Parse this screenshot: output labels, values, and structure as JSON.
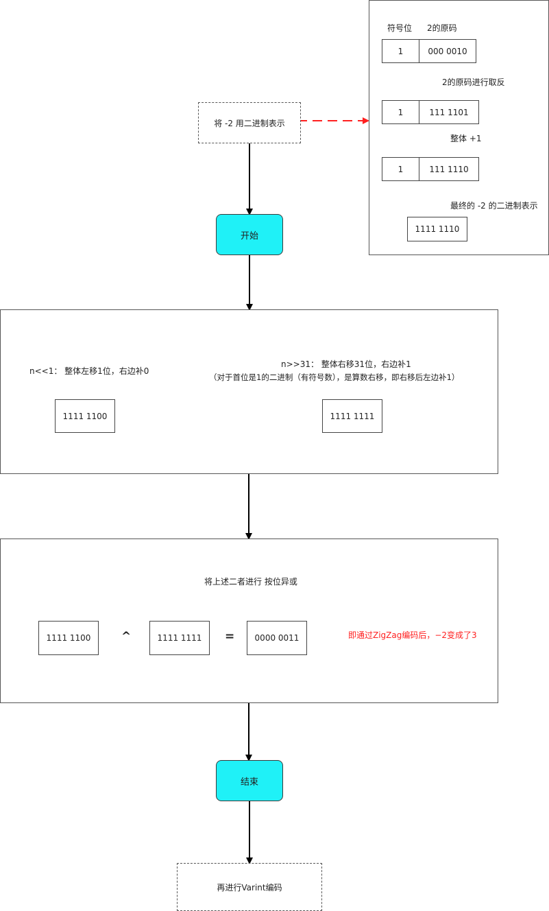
{
  "start_node": {
    "label": "将 -2 用二进制表示"
  },
  "begin": {
    "label": "开始"
  },
  "panel_top": {
    "header_sign": "符号位",
    "header_orig": "2的原码",
    "row1": {
      "sign": "1",
      "value": "000 0010"
    },
    "step1": "2的原码进行取反",
    "row2": {
      "sign": "1",
      "value": "111 1101"
    },
    "step2": "整体 +1",
    "row3": {
      "sign": "1",
      "value": "111 1110"
    },
    "step3": "最终的 -2 的二进制表示",
    "final": "1111 1110"
  },
  "shift_panel": {
    "left_caption": "n<<1：  整体左移1位，右边补0",
    "left_value": "1111 1100",
    "right_caption_line1": "n>>31：  整体右移31位，右边补1",
    "right_caption_line2": "（对于首位是1的二进制（有符号数），是算数右移，即右移后左边补1）",
    "right_value": "1111 1111"
  },
  "xor_panel": {
    "caption": "将上述二者进行 按位异或",
    "operand_a": "1111 1100",
    "operator": "^",
    "operand_b": "1111 1111",
    "equals": "=",
    "result": "0000 0011",
    "note": "即通过ZigZag编码后，−2变成了3"
  },
  "end": {
    "label": "结束"
  },
  "final_node": {
    "label": "再进行Varint编码"
  },
  "colors": {
    "terminal_fill": "#1ff1f7",
    "dashed_arrow": "#ff1f1f",
    "note_text": "#ff1f1f"
  }
}
